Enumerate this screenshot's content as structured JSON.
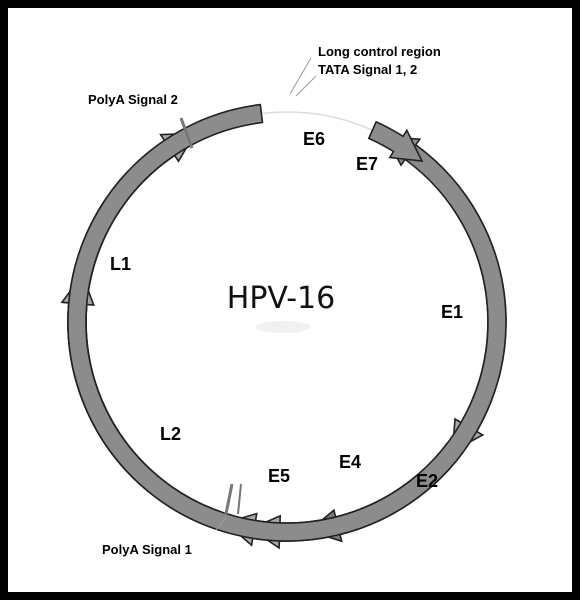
{
  "title": "HPV-16",
  "genes": [
    {
      "label": "E6",
      "color": "#8c8c8c"
    },
    {
      "label": "E7",
      "color": "#8c8c8c"
    },
    {
      "label": "E1",
      "color": "#a8a8a8"
    },
    {
      "label": "E2",
      "color": "#a8a8a8"
    },
    {
      "label": "E4",
      "color": "#7a7a7a"
    },
    {
      "label": "E5",
      "color": "#a8a8a8"
    },
    {
      "label": "L2",
      "color": "#a8a8a8"
    },
    {
      "label": "L1",
      "color": "#a8a8a8"
    }
  ],
  "annotations": {
    "long_control_region": "Long control region",
    "tata_signals": "TATA Signal 1, 2",
    "polya_signal_1": "PolyA Signal 1",
    "polya_signal_2": "PolyA Signal 2"
  }
}
